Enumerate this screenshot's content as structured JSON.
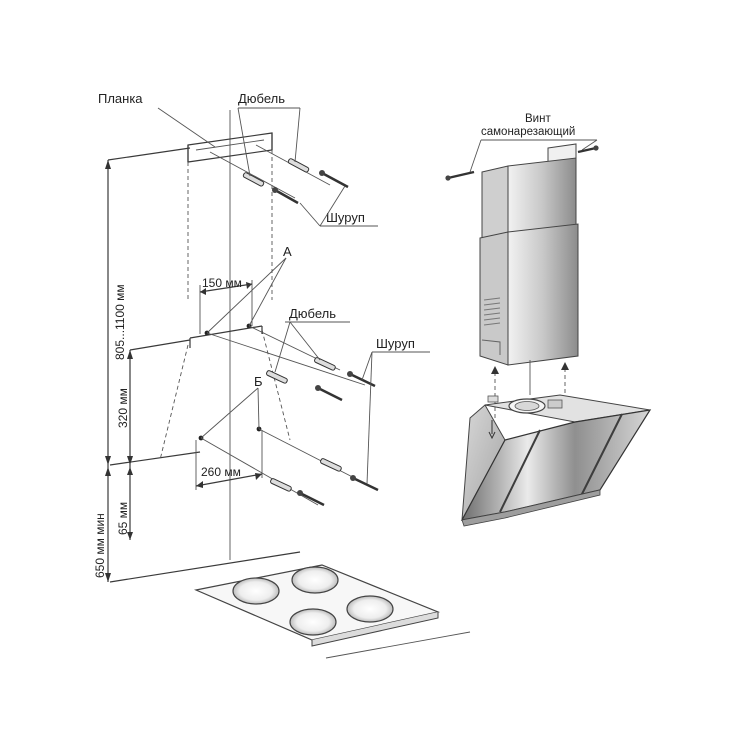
{
  "labels": {
    "planka": "Планка",
    "dubel_top": "Дюбель",
    "shurup_top": "Шуруп",
    "point_a": "А",
    "dubel_mid": "Дюбель",
    "shurup_mid": "Шуруп",
    "point_b": "Б",
    "vint_line1": "Винт",
    "vint_line2": "самонарезающий"
  },
  "dimensions": {
    "d150": "150 мм",
    "d260": "260 мм",
    "d805": "805...1100 мм",
    "d320": "320 мм",
    "d650": "650 мм мин",
    "d65": "65 мм"
  },
  "colors": {
    "line": "#3a3a3a",
    "steel_light": "#e4e4e4",
    "steel_mid": "#b8b8b8",
    "steel_dark": "#7d7d7d",
    "glass": "#9a9a9a"
  }
}
